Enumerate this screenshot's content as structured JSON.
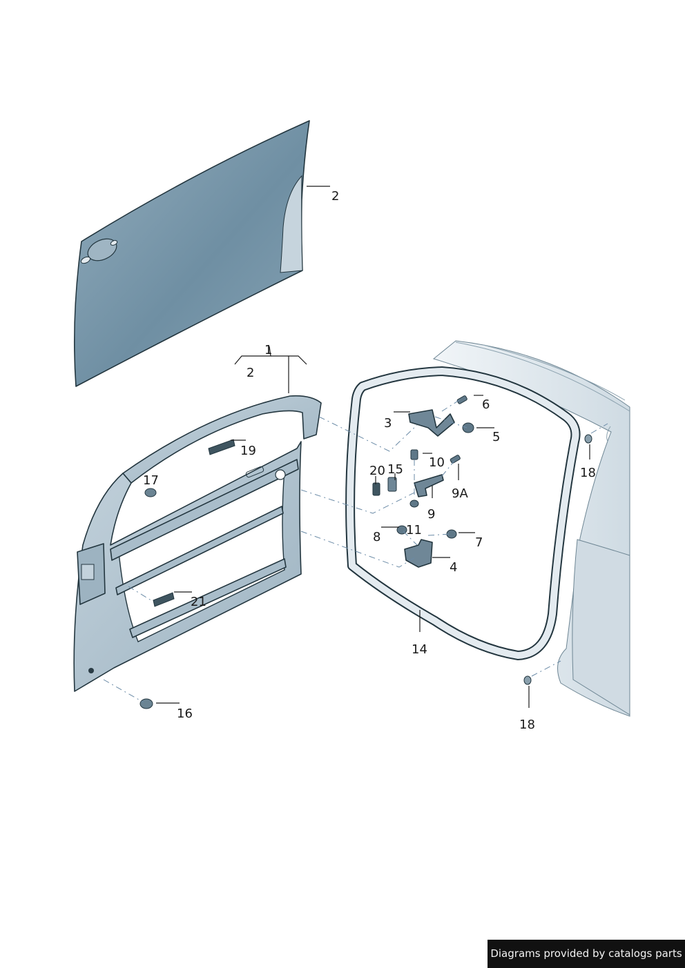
{
  "callouts": {
    "c1": "1",
    "c2_panel": "2",
    "c2_frame": "2",
    "c3": "3",
    "c4": "4",
    "c5": "5",
    "c6": "6",
    "c7": "7",
    "c8": "8",
    "c9": "9",
    "c9a": "9A",
    "c10": "10",
    "c11": "11",
    "c14": "14",
    "c15": "15",
    "c16": "16",
    "c17": "17",
    "c18_upper": "18",
    "c18_lower": "18",
    "c19": "19",
    "c20": "20",
    "c21": "21"
  },
  "credit": "Diagrams provided by catalogs parts",
  "colors": {
    "panel": "#7f9cad",
    "frame": "#b3c5d1",
    "seal": "#d9e2e8",
    "body": "#e4ebf0",
    "outline": "#23363f",
    "leader_dash": "#6a8aa6"
  }
}
